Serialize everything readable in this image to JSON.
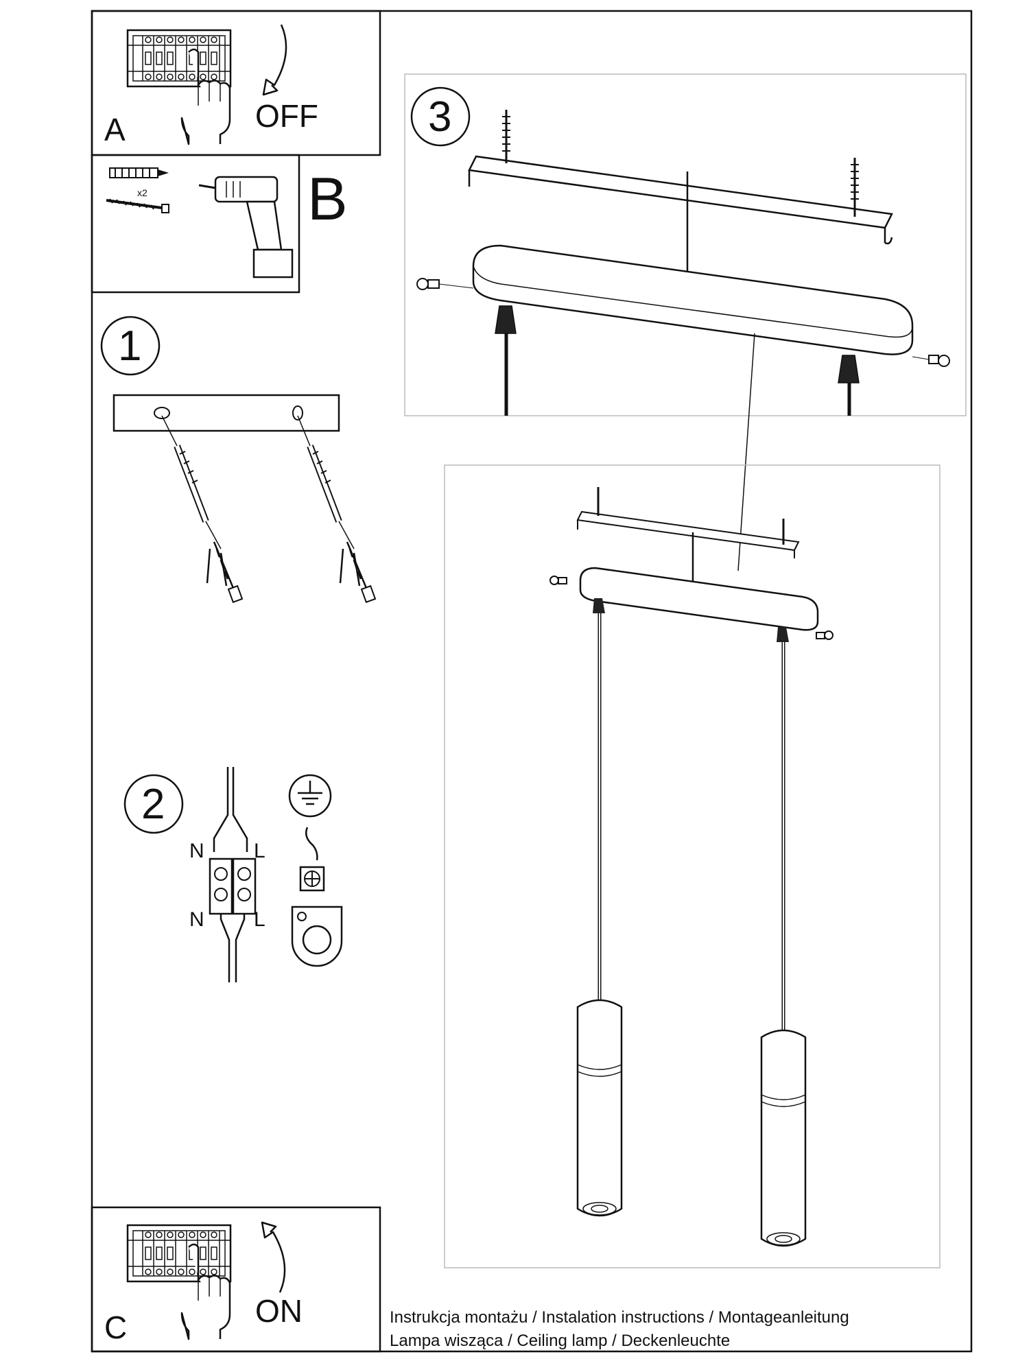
{
  "steps": {
    "a": {
      "letter": "A",
      "action": "OFF"
    },
    "b": {
      "letter": "B",
      "quantity": "x2"
    },
    "c": {
      "letter": "C",
      "action": "ON"
    },
    "one": {
      "number": "1"
    },
    "two": {
      "number": "2",
      "wire_neutral": "N",
      "wire_live": "L"
    },
    "three": {
      "number": "3"
    }
  },
  "footer": {
    "line1": "Instrukcja montażu / Instalation instructions / Montageanleitung",
    "line2": "Lampa wisząca / Ceiling lamp / Deckenleuchte"
  },
  "icons": {
    "panel_a": [
      "circuit-breaker-icon",
      "hand-icon",
      "rotate-down-arrow-icon"
    ],
    "panel_b": [
      "wall-plug-icon",
      "screw-icon",
      "drill-icon"
    ],
    "panel_c": [
      "circuit-breaker-icon",
      "hand-icon",
      "rotate-up-arrow-icon"
    ],
    "step_2": [
      "terminal-block-icon",
      "ground-symbol-icon",
      "ground-clamp-icon"
    ]
  }
}
